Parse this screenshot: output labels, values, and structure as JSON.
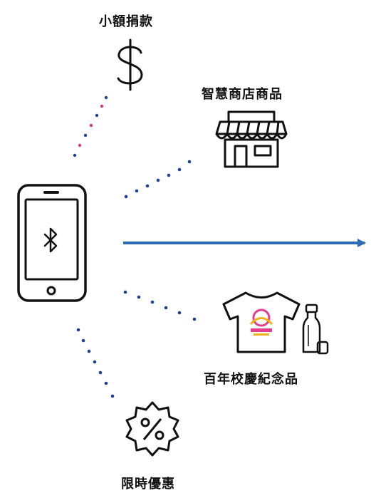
{
  "labels": {
    "donation": "小額捐款",
    "smart_store": "智慧商店商品",
    "souvenirs": "百年校慶紀念品",
    "discounts": "限時優惠"
  },
  "colors": {
    "stroke": "#111111",
    "arrow": "#2e6db4",
    "dots_pink": "#d63a6e",
    "dots_navy": "#1f3f8f",
    "logo_pink": "#e23d8f",
    "logo_yellow": "#f3b21b"
  },
  "icons": [
    "dollar-icon",
    "store-icon",
    "smartphone-icon",
    "bluetooth-icon",
    "tshirt-icon",
    "bottle-icon",
    "discount-badge-icon"
  ]
}
